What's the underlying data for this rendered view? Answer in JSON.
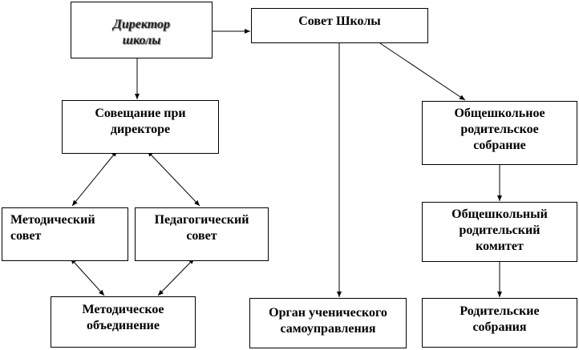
{
  "nodes": {
    "director": "Директор\nшколы",
    "school_council": "Совет Школы",
    "director_meeting": "Совещание при\nдиректоре",
    "methodical_council": "Методический\nсовет",
    "pedagogical_council": "Педагогический\nсовет",
    "methodical_union": "Методическое\nобъединение",
    "student_government": "Орган ученического\nсамоуправления",
    "parent_meeting_general": "Общешкольное\nродительское\nсобрание",
    "parent_committee": "Общешкольный\nродительский\nкомитет",
    "parent_meetings": "Родительские\nсобрания"
  }
}
